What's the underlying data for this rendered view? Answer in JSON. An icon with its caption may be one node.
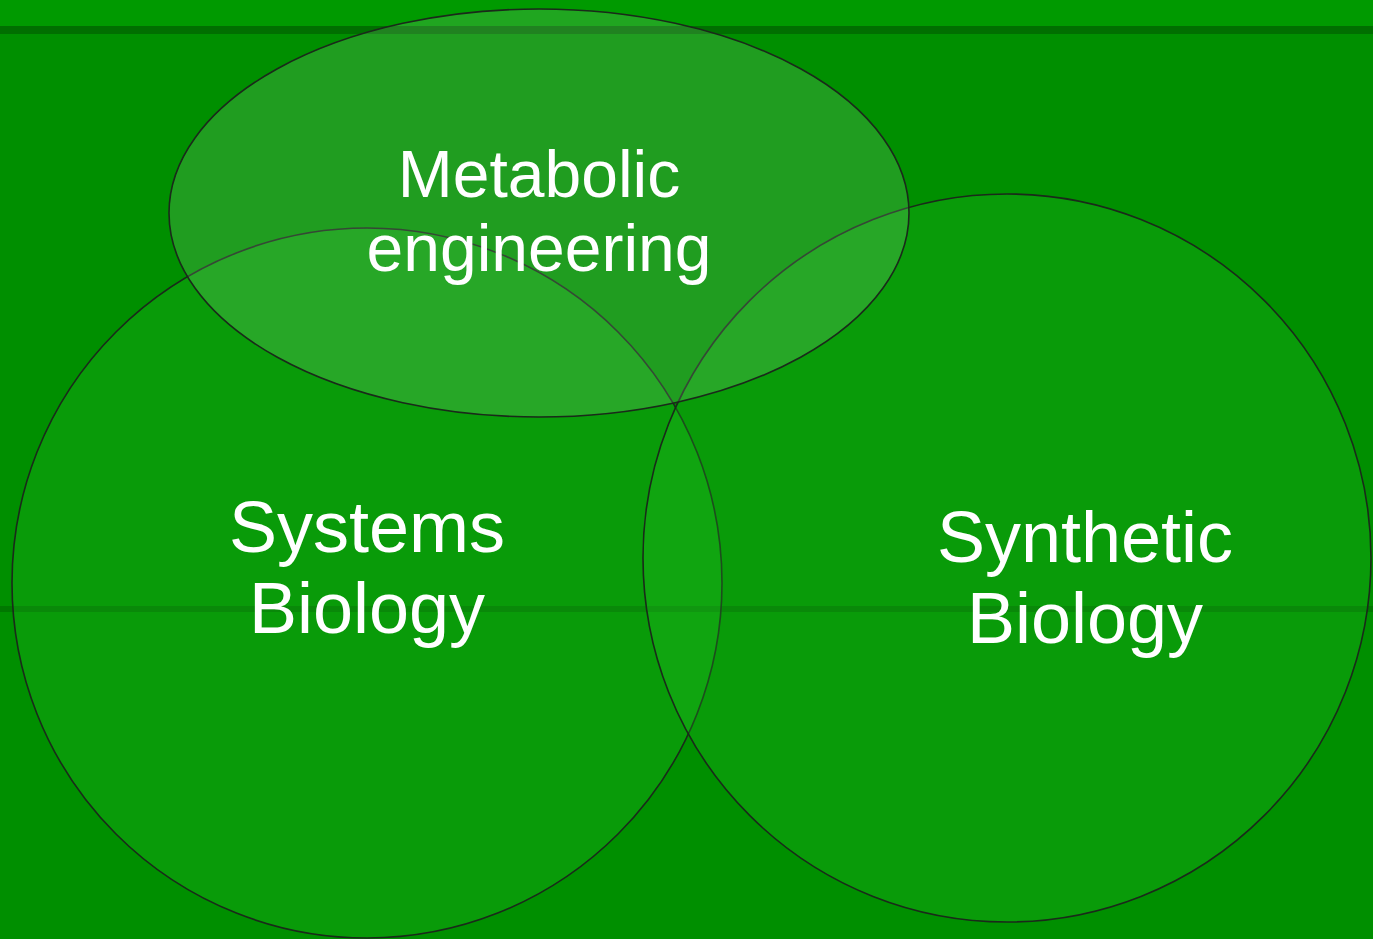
{
  "diagram": {
    "nodes": [
      {
        "text": [
          "Metabolic engineering"
        ]
      },
      {
        "text": [
          "Systems Biology"
        ]
      },
      {
        "text": [
          "Synthetic Biology"
        ]
      }
    ]
  }
}
